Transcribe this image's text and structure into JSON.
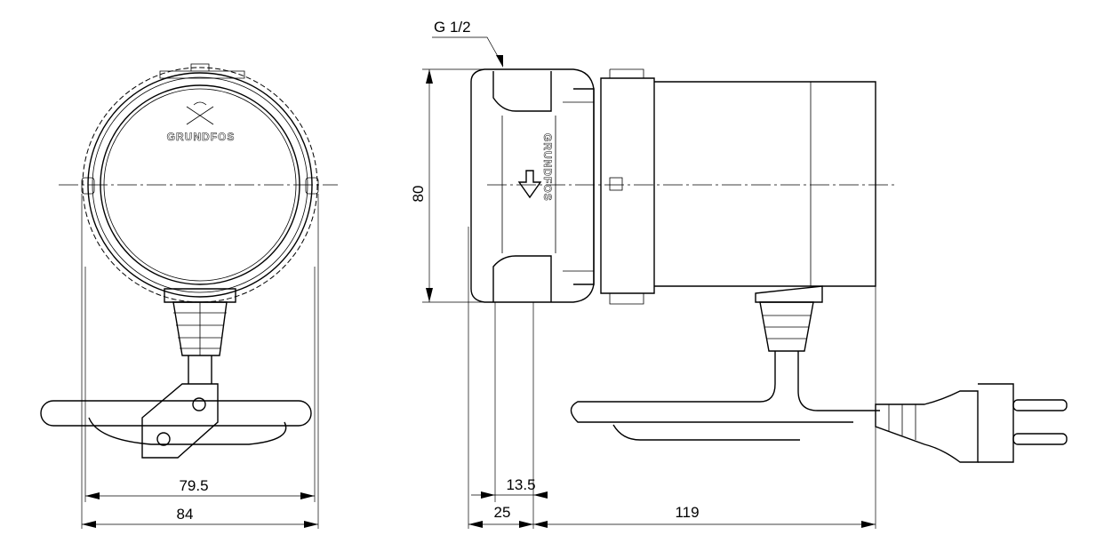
{
  "thread_label": "G 1/2",
  "logo_text": "GRUNDFOS",
  "dimensions": {
    "inner_width": "79.5",
    "outer_width": "84",
    "height": "80",
    "offset": "13.5",
    "body_depth": "25",
    "motor_length": "119"
  },
  "colors": {
    "line": "#000000",
    "background": "#ffffff"
  }
}
